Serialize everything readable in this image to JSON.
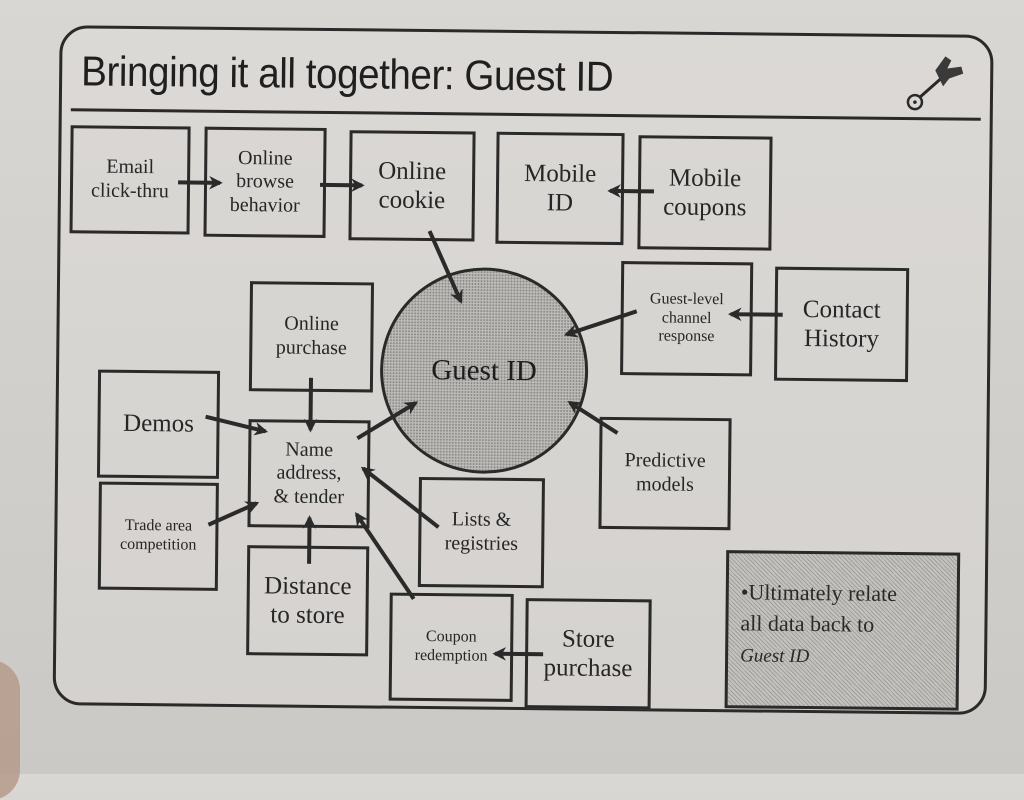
{
  "title": "Bringing it all together: Guest ID",
  "icon": "pushpin-icon",
  "center": {
    "label": "Guest ID"
  },
  "boxes": {
    "email_click_thru": [
      "Email",
      "click-thru"
    ],
    "online_browse": [
      "Online",
      "browse",
      "behavior"
    ],
    "online_cookie": [
      "Online",
      "cookie"
    ],
    "mobile_id": [
      "Mobile",
      "ID"
    ],
    "mobile_coupons": [
      "Mobile",
      "coupons"
    ],
    "guest_level_channel": [
      "Guest-level",
      "channel",
      "response"
    ],
    "contact_history": [
      "Contact",
      "History"
    ],
    "online_purchase": [
      "Online",
      "purchase"
    ],
    "demos": [
      "Demos"
    ],
    "name_address_tender": [
      "Name",
      "address,",
      "& tender"
    ],
    "trade_area": [
      "Trade area",
      "competition"
    ],
    "distance_to_store": [
      "Distance",
      "to store"
    ],
    "lists_registries": [
      "Lists &",
      "registries"
    ],
    "predictive_models": [
      "Predictive",
      "models"
    ],
    "coupon_redemption": [
      "Coupon",
      "redemption"
    ],
    "store_purchase": [
      "Store",
      "purchase"
    ]
  },
  "note": {
    "bullet": "•",
    "line1": "Ultimately relate",
    "line2": "all data back to",
    "emphasis": "Guest ID"
  },
  "connections": [
    {
      "from": "Email click-thru",
      "to": "Online browse behavior"
    },
    {
      "from": "Online browse behavior",
      "to": "Online cookie"
    },
    {
      "from": "Online cookie",
      "to": "Guest ID"
    },
    {
      "from": "Mobile coupons",
      "to": "Mobile ID"
    },
    {
      "from": "Contact History",
      "to": "Guest-level channel response"
    },
    {
      "from": "Guest-level channel response",
      "to": "Guest ID"
    },
    {
      "from": "Predictive models",
      "to": "Guest ID"
    },
    {
      "from": "Name address, & tender",
      "to": "Guest ID"
    },
    {
      "from": "Online purchase",
      "to": "Name address, & tender"
    },
    {
      "from": "Demos",
      "to": "Name address, & tender"
    },
    {
      "from": "Trade area competition",
      "to": "Name address, & tender"
    },
    {
      "from": "Distance to store",
      "to": "Name address, & tender"
    },
    {
      "from": "Lists & registries",
      "to": "Name address, & tender"
    },
    {
      "from": "Coupon redemption",
      "to": "Name address, & tender"
    },
    {
      "from": "Store purchase",
      "to": "Coupon redemption"
    }
  ],
  "colors": {
    "ink": "#2a2a2a",
    "paper": "#d6d4d0",
    "shade": "#bdbbb8"
  }
}
